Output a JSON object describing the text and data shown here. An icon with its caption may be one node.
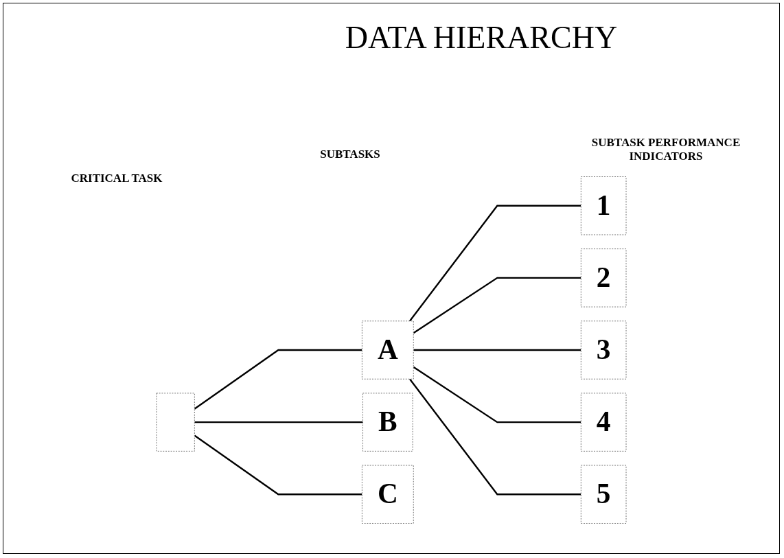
{
  "diagram": {
    "title": "DATA HIERARCHY",
    "nodes": [
      {
        "text": [],
        "shape": "box"
      },
      {
        "text": [
          "A"
        ]
      },
      {
        "text": [
          "B"
        ]
      },
      {
        "text": [
          "C"
        ]
      },
      {
        "text": [
          "1"
        ]
      },
      {
        "text": [
          "2"
        ]
      },
      {
        "text": [
          "3"
        ]
      },
      {
        "text": [
          "4"
        ]
      },
      {
        "text": [
          "5"
        ]
      }
    ],
    "edges": [
      {
        "from": 0,
        "to": 1,
        "arrow": "none"
      },
      {
        "from": 0,
        "to": 2,
        "arrow": "none"
      },
      {
        "from": 0,
        "to": 3,
        "arrow": "none"
      },
      {
        "from": 1,
        "to": 4,
        "arrow": "none"
      },
      {
        "from": 1,
        "to": 5,
        "arrow": "none"
      },
      {
        "from": 1,
        "to": 6,
        "arrow": "none"
      },
      {
        "from": 1,
        "to": 7,
        "arrow": "none"
      },
      {
        "from": 1,
        "to": 8,
        "arrow": "none"
      }
    ],
    "labels": [
      "SUBTASK PERFORMANCE INDICATORS",
      "SUBTASKS",
      "CRITICAL TASK"
    ]
  }
}
